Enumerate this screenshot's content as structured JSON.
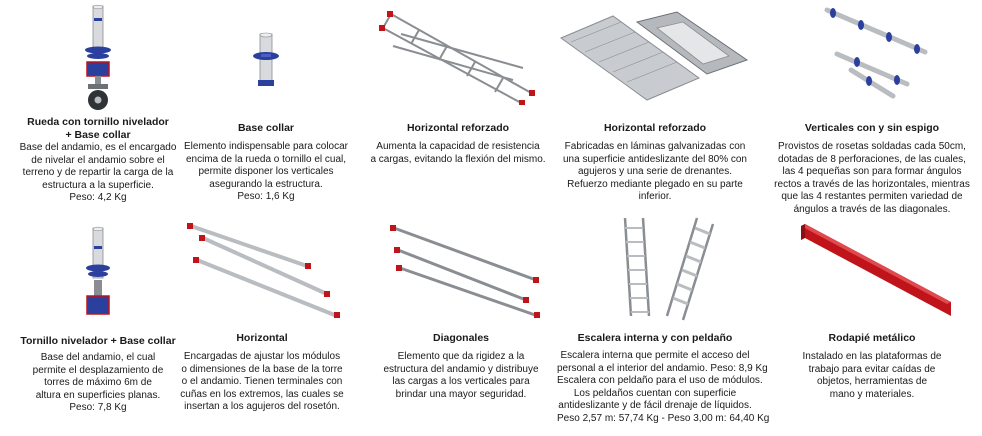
{
  "products": [
    {
      "title": [
        "Rueda con tornillo nivelador",
        "+ Base collar"
      ],
      "description": [
        "Base del andamio, es el encargado",
        "de nivelar el andamio sobre el",
        "terreno y de repartir la carga de la",
        "estructura a la superficie.",
        "Peso: 4,2 Kg"
      ],
      "icon": "caster-wheel-leveler-icon"
    },
    {
      "title": [
        "Base collar"
      ],
      "description": [
        "Elemento indispensable para colocar",
        "encima de la rueda o tornillo el cual,",
        "permite disponer los verticales",
        "asegurando la estructura.",
        "Peso: 1,6 Kg"
      ],
      "icon": "base-collar-icon"
    },
    {
      "title": [
        "Horizontal reforzado"
      ],
      "description": [
        "Aumenta la capacidad de resistencia",
        "a cargas, evitando la flexión del mismo."
      ],
      "icon": "reinforced-truss-icon"
    },
    {
      "title": [
        "Horizontal reforzado"
      ],
      "description": [
        "Fabricadas en láminas galvanizadas con",
        "una superficie antideslizante del 80% con",
        "agujeros y una serie de drenantes.",
        "Refuerzo mediante plegado en su parte",
        "inferior."
      ],
      "icon": "platform-deck-icon"
    },
    {
      "title": [
        "Verticales con y sin espigo"
      ],
      "description": [
        "Provistos de rosetas soldadas cada 50cm,",
        "dotadas de 8 perforaciones, de las cuales,",
        "las 4 pequeñas son para formar ángulos",
        "rectos a través de las horizontales, mientras",
        "que las 4 restantes permiten variedad de",
        "ángulos a través de las diagonales."
      ],
      "icon": "vertical-standards-icon"
    },
    {
      "title": [
        "Tornillo nivelador + Base collar"
      ],
      "description": [
        "Base del andamio, el cual",
        "permite el desplazamiento de",
        "torres de máximo 6m de",
        "altura en superficies planas.",
        "Peso: 7,8 Kg"
      ],
      "icon": "screw-jack-base-icon"
    },
    {
      "title": [
        "Horizontal"
      ],
      "description": [
        "Encargadas de ajustar los módulos",
        "o dimensiones de la base de la torre",
        "o el andamio. Tienen terminales con",
        "cuñas en los extremos, las cuales se",
        "insertan a los agujeros del rosetón."
      ],
      "icon": "horizontal-ledgers-icon"
    },
    {
      "title": [
        "Diagonales"
      ],
      "description": [
        "Elemento que da rigidez a la",
        "estructura del andamio y distribuye",
        "las cargas a los verticales para",
        "brindar una mayor seguridad."
      ],
      "icon": "diagonal-braces-icon"
    },
    {
      "title": [
        "Escalera interna y con peldaño"
      ],
      "description": [
        "Escalera interna que permite el acceso del",
        "personal a el interior del andamio. Peso: 8,9 Kg",
        "Escalera con peldaño para el uso de módulos.",
        "Los peldaños cuentan con superficie",
        "antideslizante y de fácil drenaje de líquidos.",
        "Peso 2,57 m: 57,74 Kg - Peso 3,00 m: 64,40 Kg"
      ],
      "icon": "ladder-stairs-icon"
    },
    {
      "title": [
        "Rodapié metálico"
      ],
      "description": [
        "Instalado en las plataformas de",
        "trabajo para evitar caídas de",
        "objetos, herramientas de",
        "mano y materiales."
      ],
      "icon": "toe-board-icon"
    }
  ],
  "colors": {
    "steel": "#b9bcc0",
    "steel_dark": "#6d7176",
    "collar_blue": "#2b3f9e",
    "red": "#c0141b",
    "text": "#1a1a1a"
  }
}
